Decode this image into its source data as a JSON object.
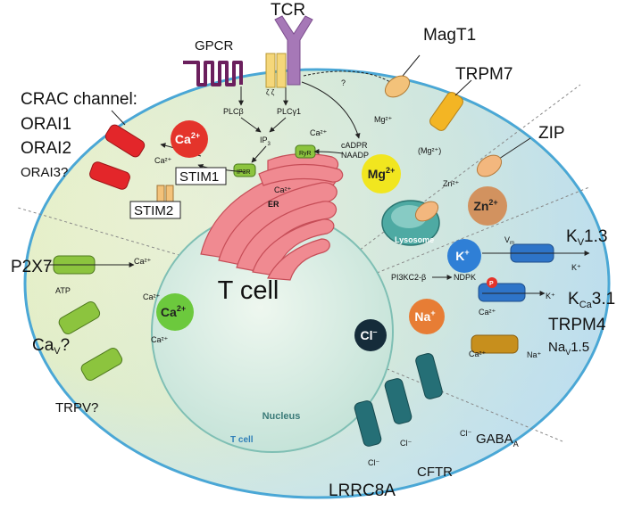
{
  "cell": {
    "title": "T cell",
    "nucleus": "Nucleus",
    "corner_label": "T cell",
    "er": "ER",
    "lysosome": "Lysosome"
  },
  "receptors": {
    "tcr": "TCR",
    "gpcr": "GPCR",
    "magt1": "MagT1",
    "trpm7": "TRPM7",
    "zip": "ZIP",
    "crac_title": "CRAC channel:",
    "orai1": "ORAI1",
    "orai2": "ORAI2",
    "orai3": "ORAI3?",
    "stim1": "STIM1",
    "stim2": "STIM2",
    "p2x7": "P2X7",
    "cav": "Ca",
    "cav_sub": "V",
    "cav_suffix": "?",
    "trpv": "TRPV?",
    "kv13": "K",
    "kv13_sub": "V",
    "kv13_suffix": "1.3",
    "kca31": "K",
    "kca31_sub": "Ca",
    "kca31_suffix": "3.1",
    "trpm4": "TRPM4",
    "nav15": "Na",
    "nav15_sub": "V",
    "nav15_suffix": "1.5",
    "gabaa": "GABA",
    "gabaa_sub": "A",
    "cftr": "CFTR",
    "lrrc8a": "LRRC8A"
  },
  "ions": {
    "ca": "Ca",
    "ca_sup": "2+",
    "mg": "Mg",
    "mg_sup": "2+",
    "zn": "Zn",
    "zn_sup": "2+",
    "k": "K",
    "k_sup": "+",
    "na": "Na",
    "na_sup": "+",
    "cl": "Cl",
    "cl_sup": "–"
  },
  "signaling": {
    "plcb": "PLCβ",
    "plcg": "PLCγ1",
    "ip3": "IP",
    "ip3_sub": "3",
    "cadpr": "cADPR",
    "naadp": "NAADP",
    "ip3r": "IP3R",
    "ryr": "RyR",
    "pi3kc2b": "PI3KC2-β",
    "ndpk": "NDPK",
    "p": "P",
    "vm": "V",
    "vm_sub": "m",
    "atp": "ATP",
    "question": "?",
    "zeta": "ζ ζ"
  },
  "small_ions": {
    "ca2": "Ca²⁺",
    "mg2": "Mg²⁺",
    "mg2_paren": "(Mg²⁺)",
    "zn2": "Zn²⁺",
    "k1": "K⁺",
    "na1": "Na⁺",
    "cl1": "Cl⁻"
  },
  "colors": {
    "cell_fill_left": "#eef2c8",
    "cell_fill_right": "#c9e4f2",
    "membrane": "#4aa7d6",
    "nucleus": "#d8eee6",
    "er": "#e8767f",
    "ca_ion": "#e4342b",
    "mg_ion": "#f1e61f",
    "zn_ion": "#d2925f",
    "k_ion": "#2f7fd6",
    "na_ion": "#e77d35",
    "cl_ion": "#152c3a",
    "crac": "#e3262a",
    "green_channel": "#8cc43e",
    "k_channel": "#2e74c8",
    "trpm7": "#f3b524",
    "trpm4": "#c78f1d",
    "teal_channel": "#256f76",
    "tcr": "#a678b7",
    "gpcr": "#6b1f5d"
  }
}
